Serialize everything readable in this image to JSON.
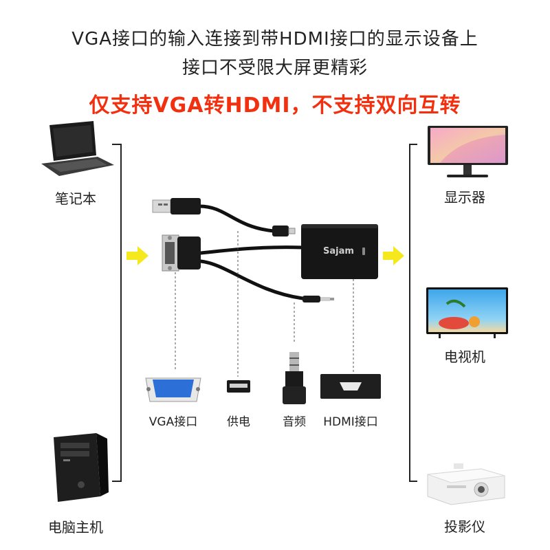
{
  "header": {
    "line1": "VGA接口的输入连接到带HDMI接口的显示设备上",
    "line2": "接口不受限大屏更精彩",
    "headline": "仅支持VGA转HDMI，不支持双向互转"
  },
  "sources": [
    {
      "label": "笔记本",
      "icon": "laptop-icon"
    },
    {
      "label": "电脑主机",
      "icon": "desktop-tower-icon"
    }
  ],
  "displays": [
    {
      "label": "显示器",
      "icon": "monitor-icon"
    },
    {
      "label": "电视机",
      "icon": "tv-icon"
    },
    {
      "label": "投影仪",
      "icon": "projector-icon"
    }
  ],
  "adapter": {
    "brand": "Sajam"
  },
  "ports": [
    {
      "label": "VGA接口",
      "icon": "vga-port-icon"
    },
    {
      "label": "供电",
      "icon": "usb-port-icon"
    },
    {
      "label": "音频",
      "icon": "audio-jack-icon"
    },
    {
      "label": "HDMI接口",
      "icon": "hdmi-port-icon"
    }
  ],
  "colors": {
    "headline": "#f2300f",
    "arrow": "#f5e81c",
    "cable": "#111111"
  }
}
